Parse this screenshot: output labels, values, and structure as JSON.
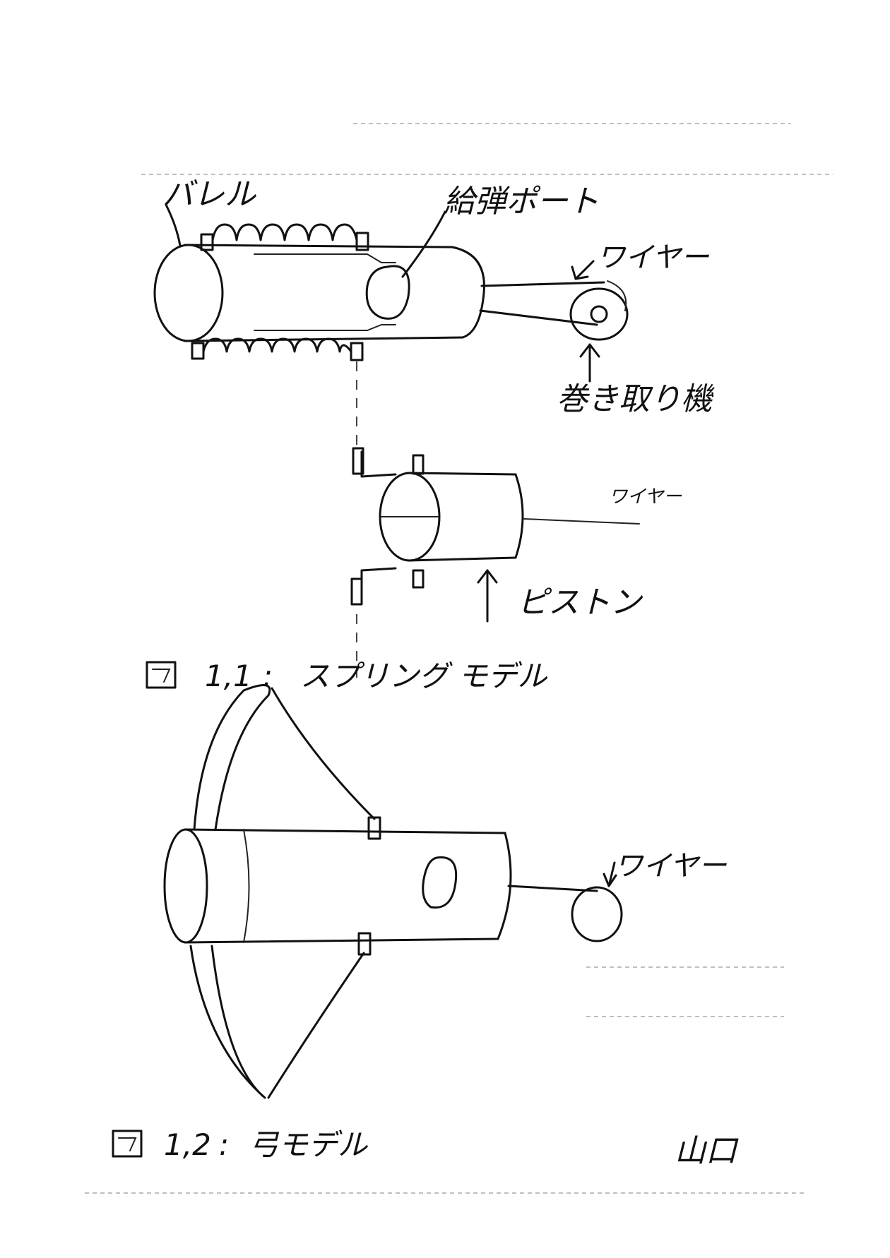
{
  "figure1": {
    "labels": {
      "barrel": "バレル",
      "feed_port": "給弾ポート",
      "wire_top": "ワイヤー",
      "winder": "巻き取り機",
      "wire_small": "ワイヤー",
      "piston": "ピストン"
    },
    "caption": {
      "number": "1,1",
      "text": "スプリング モデル"
    }
  },
  "figure2": {
    "labels": {
      "wire": "ワイヤー"
    },
    "caption": {
      "number": "1,2",
      "text": "弓モデル"
    }
  },
  "author": "山口"
}
